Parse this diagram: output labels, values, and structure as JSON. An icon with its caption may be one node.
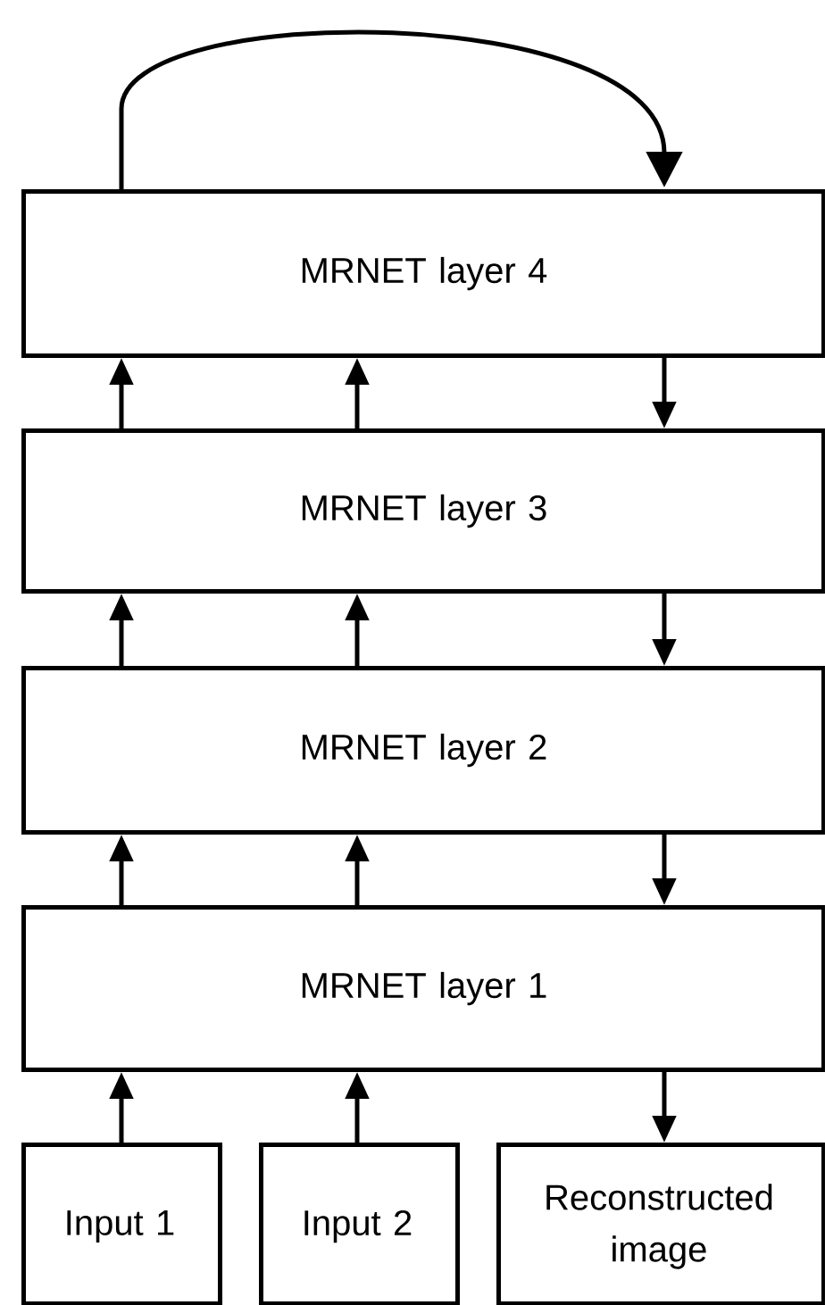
{
  "diagram": {
    "nodes": [
      {
        "text": [
          "MRNET layer 4"
        ]
      },
      {
        "text": [
          "MRNET layer 3"
        ]
      },
      {
        "text": [
          "MRNET layer 2"
        ]
      },
      {
        "text": [
          "MRNET layer 1"
        ]
      },
      {
        "text": [
          "Input 1"
        ]
      },
      {
        "text": [
          "Input 2"
        ]
      },
      {
        "text": [
          "Reconstructed image"
        ]
      }
    ],
    "edges": [
      {
        "from": 4,
        "to": 3,
        "arrow": "to"
      },
      {
        "from": 5,
        "to": 3,
        "arrow": "to"
      },
      {
        "from": 3,
        "to": 6,
        "arrow": "to"
      },
      {
        "from": 3,
        "to": 2,
        "arrow": "to"
      },
      {
        "from": 3,
        "to": 2,
        "arrow": "to"
      },
      {
        "from": 2,
        "to": 3,
        "arrow": "to"
      },
      {
        "from": 2,
        "to": 1,
        "arrow": "to"
      },
      {
        "from": 2,
        "to": 1,
        "arrow": "to"
      },
      {
        "from": 1,
        "to": 2,
        "arrow": "to"
      },
      {
        "from": 1,
        "to": 0,
        "arrow": "to"
      },
      {
        "from": 1,
        "to": 0,
        "arrow": "to"
      },
      {
        "from": 0,
        "to": 1,
        "arrow": "to"
      },
      {
        "from": 0,
        "to": 0,
        "arrow": "to"
      }
    ]
  }
}
